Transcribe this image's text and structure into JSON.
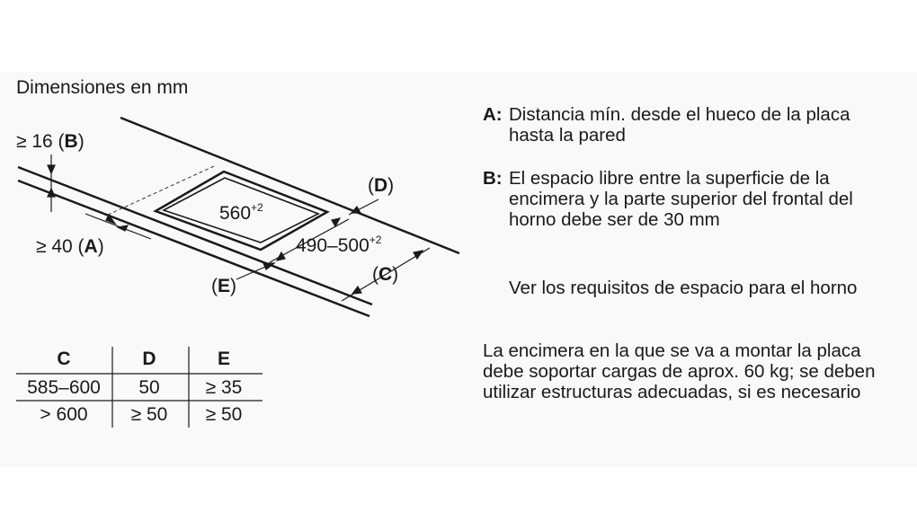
{
  "title": "Dimensiones en mm",
  "diagram": {
    "label_b": "≥ 16 (B)",
    "label_b_value": "≥ 16 (",
    "label_b_letter": "B",
    "label_a_value": "≥ 40 (",
    "label_a_letter": "A",
    "label_e_letter": "E",
    "label_d_letter": "D",
    "label_c_letter": "C",
    "paren_open": "(",
    "paren_close": ")",
    "width_value": "560",
    "width_tol": "+2",
    "depth_value": "490–500",
    "depth_tol": "+2"
  },
  "table": {
    "headers": [
      "C",
      "D",
      "E"
    ],
    "rows": [
      [
        "585–600",
        "50",
        "≥ 35"
      ],
      [
        "> 600",
        "≥ 50",
        "≥ 50"
      ]
    ]
  },
  "notes": [
    {
      "key": "A:",
      "text": "Distancia mín. desde el hueco de la placa hasta la pared"
    },
    {
      "key": "B:",
      "text": "El espacio libre entre la superficie de la encimera y la parte superior del frontal del horno debe ser de 30 mm"
    },
    {
      "key": "",
      "text": "Ver los requisitos de espacio para el horno"
    },
    {
      "key": "",
      "text": "La encimera en la que se va a montar la placa debe soportar cargas de aprox. 60 kg; se deben utilizar estructuras adecuadas, si es necesario"
    }
  ],
  "colors": {
    "ink": "#1a1a1a",
    "background": "#f9f9f9"
  }
}
